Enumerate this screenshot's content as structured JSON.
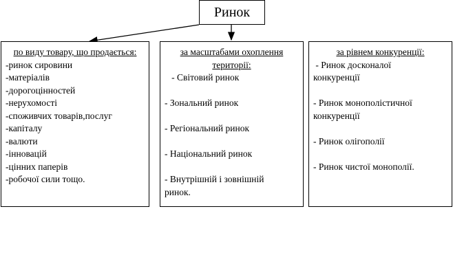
{
  "root": {
    "label": "Ринок"
  },
  "columns": [
    {
      "heading": "по виду товару, що продається",
      "heading_suffix": ":",
      "items": [
        "-ринок сировини",
        "-матеріалів",
        "-дорогоцінностей",
        "-нерухомості",
        "-споживчих товарів,послуг",
        "-капіталу",
        "-валюти",
        "-інновацій",
        "-цінних паперів",
        "-робочої сили тощо."
      ]
    },
    {
      "heading": "за масштабами охоплення території:",
      "items": [
        "   - Світовий ринок",
        "",
        "- Зональний ринок",
        "",
        "- Регіональний ринок",
        "",
        "- Національний ринок",
        "",
        "- Внутрішній і зовнішній",
        "ринок."
      ]
    },
    {
      "heading": "за рівнем конкуренції:",
      "items": [
        " - Ринок досконалої",
        "конкуренції",
        "",
        "- Ринок монополістичної",
        "конкуренції",
        "",
        "- Ринок олігополії",
        "",
        "- Ринок чистої монополії."
      ]
    }
  ],
  "colors": {
    "line": "#000000",
    "background": "#ffffff"
  }
}
